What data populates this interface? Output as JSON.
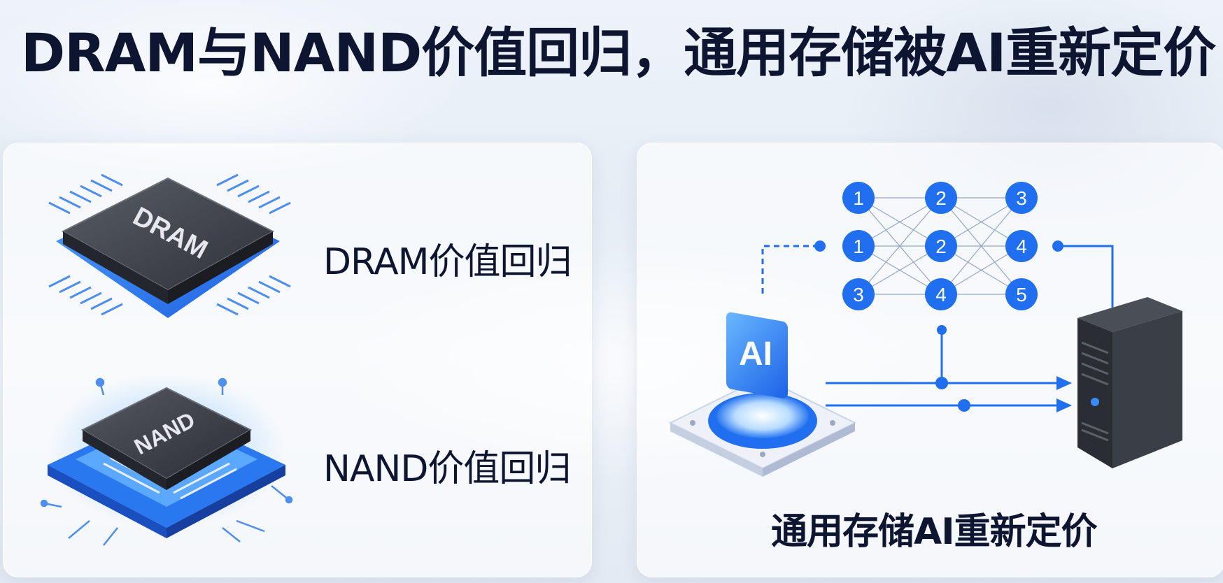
{
  "title": "DRAM与NAND价值回归，通用存储被AI重新定价",
  "left_panel": {
    "dram_chip_text": "DRAM",
    "dram_label": "DRAM价值回归",
    "nand_chip_text": "NAND",
    "nand_label": "NAND价值回归"
  },
  "right_panel": {
    "ai_badge_text": "AI",
    "caption": "通用存储AI重新定价",
    "network_nodes": [
      {
        "label": "1"
      },
      {
        "label": "1"
      },
      {
        "label": "3"
      },
      {
        "label": "2"
      },
      {
        "label": "2"
      },
      {
        "label": "4"
      },
      {
        "label": "3"
      },
      {
        "label": "4"
      },
      {
        "label": "5"
      }
    ]
  },
  "colors": {
    "title_text": "#0d1530",
    "accent_blue": "#1f6ff0",
    "chip_dark": "#3b3e47",
    "server_dark": "#2c3038"
  },
  "icons": [
    "dram-chip-icon",
    "nand-chip-icon",
    "ai-platform-icon",
    "neural-network-icon",
    "server-icon"
  ]
}
